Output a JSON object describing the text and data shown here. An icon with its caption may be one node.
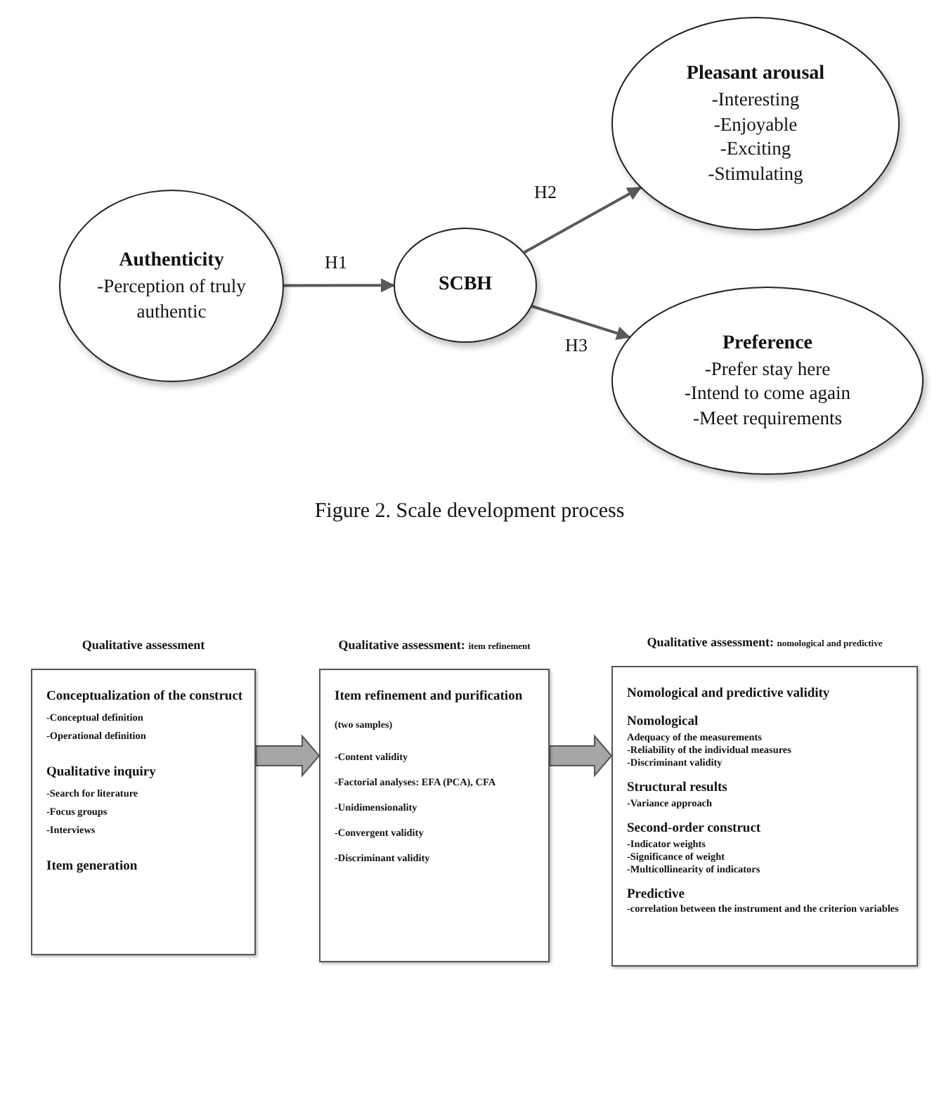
{
  "diagram": {
    "caption": "Figure 2. Scale development process",
    "nodes": [
      {
        "text": [
          "Authenticity",
          "-Perception of truly authentic"
        ]
      },
      {
        "text": [
          "SCBH"
        ]
      },
      {
        "text": [
          "Pleasant arousal",
          "-Interesting",
          "-Enjoyable",
          "-Exciting",
          "-Stimulating"
        ]
      },
      {
        "text": [
          "Preference",
          "-Prefer stay here",
          "-Intend to come again",
          "-Meet requirements"
        ]
      },
      {
        "text": [
          "Qualitative assessment",
          "Conceptualization of the construct",
          "-Conceptual definition",
          "-Operational definition",
          "Qualitative inquiry",
          "-Search for literature",
          "-Focus groups",
          "-Interviews",
          "Item generation"
        ]
      },
      {
        "text": [
          "Qualitative assessment: $_{item refinement}$",
          "Item refinement and purification",
          "(two samples)",
          "-Content validity",
          "-Factorial analyses: EFA (PCA), CFA",
          "-Unidimensionality",
          "-Convergent validity",
          "-Discriminant validity"
        ]
      },
      {
        "text": [
          "Qualitative assessment: $_{nomological and predictive}$",
          "Nomological and predictive validity",
          "Nomological",
          "Adequacy of the measurements",
          "-Reliability of the individual measures",
          "-Discriminant validity",
          "Structural results",
          "-Variance approach",
          "Second-order construct",
          "-Indicator weights",
          "-Significance of weight",
          "-Multicollinearity of indicators",
          "Predictive",
          "-correlation between the instrument and the criterion variables"
        ]
      }
    ],
    "edges": [
      {
        "from": 0,
        "to": 1,
        "arrow": "to",
        "label": "H1"
      },
      {
        "from": 1,
        "to": 2,
        "arrow": "to",
        "label": "H2"
      },
      {
        "from": 1,
        "to": 3,
        "arrow": "to",
        "label": "H3"
      },
      {
        "from": 4,
        "to": 5,
        "arrow": "to",
        "style": "thick",
        "color": "#a6a6a6"
      },
      {
        "from": 5,
        "to": 6,
        "arrow": "to",
        "style": "thick",
        "color": "#a6a6a6"
      }
    ]
  }
}
